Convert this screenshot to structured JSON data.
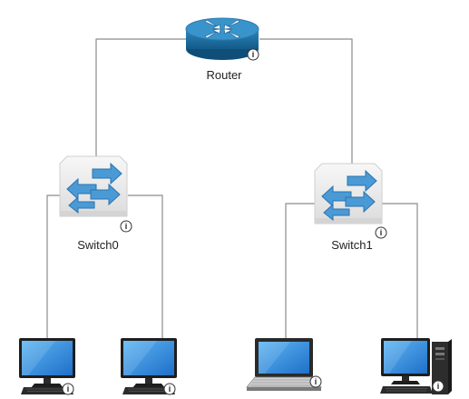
{
  "topology": {
    "router": {
      "label": "Router",
      "icon": "router-icon"
    },
    "switches": [
      {
        "label": "Switch0",
        "icon": "switch-icon"
      },
      {
        "label": "Switch1",
        "icon": "switch-icon"
      }
    ],
    "end_devices": [
      {
        "type": "pc",
        "icon": "monitor-icon",
        "connected_to": "Switch0"
      },
      {
        "type": "pc",
        "icon": "monitor-icon",
        "connected_to": "Switch0"
      },
      {
        "type": "laptop",
        "icon": "laptop-icon",
        "connected_to": "Switch1"
      },
      {
        "type": "desktop",
        "icon": "desktop-tower-icon",
        "connected_to": "Switch1"
      }
    ],
    "info_badge_glyph": "i"
  },
  "colors": {
    "link": "#8c8c8c",
    "router_body": "#1f6fa3",
    "switch_body": "#eeeeee",
    "switch_arrows": "#4a9ad6",
    "screen": "#2e8de0"
  }
}
